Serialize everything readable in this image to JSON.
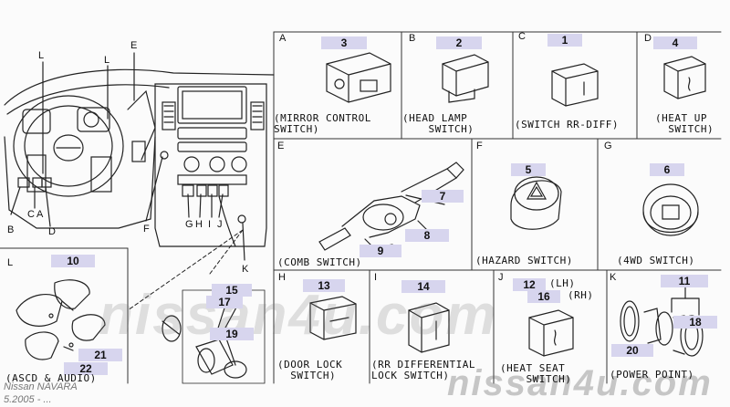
{
  "watermark": "nissan4u.com",
  "footer": {
    "model": "Nissan NAVARA",
    "date": "5.2005 - ..."
  },
  "dash_labels": {
    "e": "E",
    "l1": "L",
    "l2": "L",
    "b": "B",
    "c": "C",
    "a": "A",
    "d": "D",
    "f": "F",
    "g": "G",
    "h": "H",
    "i": "I",
    "j": "J",
    "k": "K"
  },
  "panels": {
    "a": {
      "letter": "A",
      "caption": "(MIRROR CONTROL\nSWITCH)",
      "part": "3"
    },
    "b": {
      "letter": "B",
      "caption": "(HEAD LAMP\n    SWITCH)",
      "part": "2"
    },
    "c": {
      "letter": "C",
      "caption": "(SWITCH RR-DIFF)",
      "part": "1"
    },
    "d": {
      "letter": "D",
      "caption": "(HEAT UP\n  SWITCH)",
      "part": "4"
    },
    "e": {
      "letter": "E",
      "caption": "(COMB SWITCH)",
      "parts": [
        "7",
        "8",
        "9"
      ]
    },
    "f": {
      "letter": "F",
      "caption": "(HAZARD SWITCH)",
      "part": "5"
    },
    "g": {
      "letter": "G",
      "caption": "(4WD SWITCH)",
      "part": "6"
    },
    "l": {
      "letter": "L",
      "caption": "(ASCD & AUDIO)",
      "parts": [
        "10",
        "21",
        "22"
      ]
    },
    "lk": {
      "parts": [
        "15",
        "17",
        "19"
      ]
    },
    "h": {
      "letter": "H",
      "caption": "(DOOR LOCK\n  SWITCH)",
      "part": "13"
    },
    "i": {
      "letter": "I",
      "caption": "(RR DIFFERENTIAL\nLOCK SWITCH)",
      "part": "14"
    },
    "j": {
      "letter": "J",
      "caption": "(HEAT SEAT\n    SWITCH)",
      "parts": [
        "12",
        "16"
      ],
      "lh": "(LH)",
      "rh": "(RH)"
    },
    "k": {
      "letter": "K",
      "caption": "(POWER POINT)",
      "parts": [
        "11",
        "18",
        "20"
      ]
    }
  }
}
